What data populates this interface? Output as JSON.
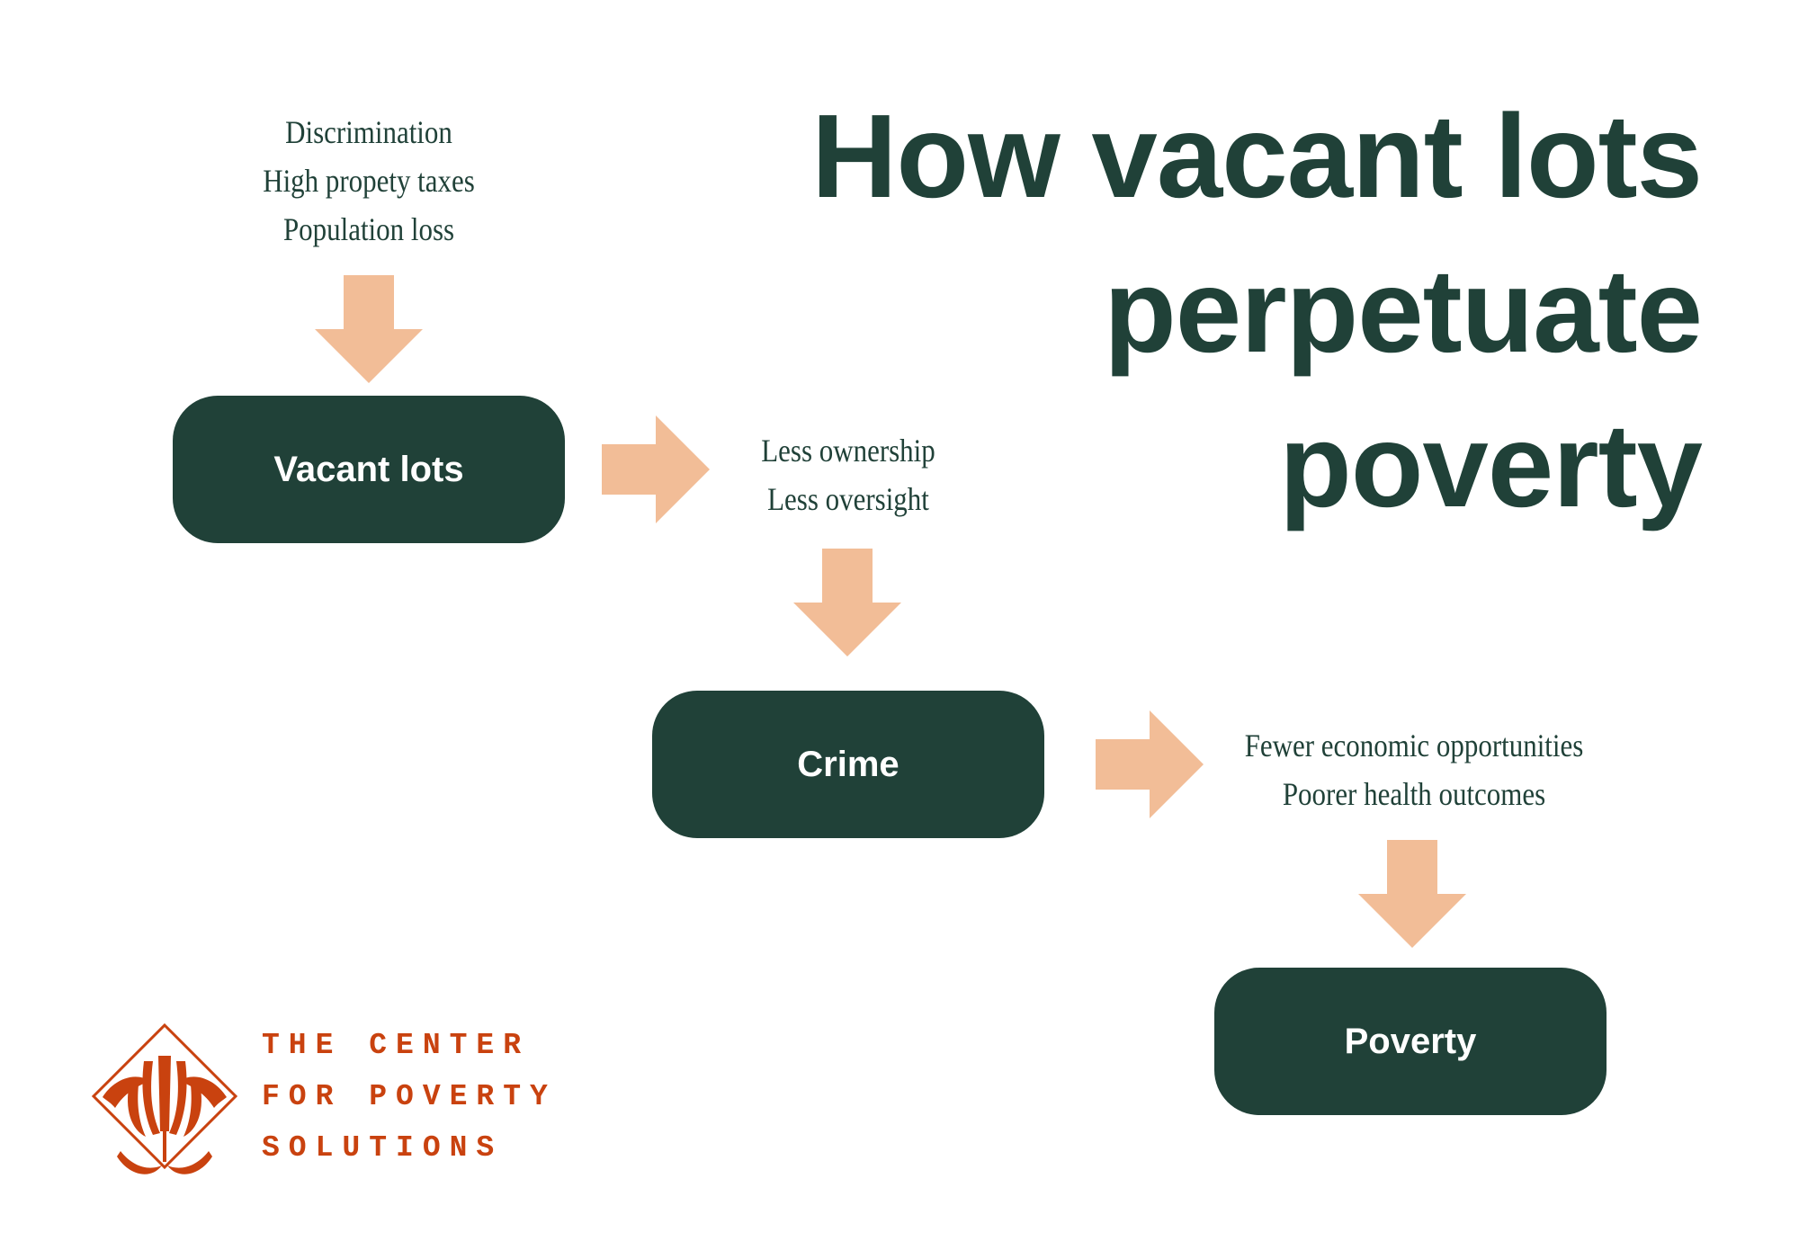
{
  "title": {
    "lines": [
      "How vacant lots",
      "perpetuate",
      "poverty"
    ]
  },
  "nodes": {
    "vacant_lots": "Vacant lots",
    "crime": "Crime",
    "poverty": "Poverty"
  },
  "factors": {
    "causes": [
      "Discrimination",
      "High propety taxes",
      "Population loss"
    ],
    "vacancy_effects": [
      "Less ownership",
      "Less oversight"
    ],
    "crime_effects": [
      "Fewer economic opportunities",
      "Poorer health outcomes"
    ]
  },
  "organization": {
    "lines": [
      "THE CENTER",
      "FOR POVERTY",
      "SOLUTIONS"
    ]
  },
  "colors": {
    "node_fill": "#204138",
    "title_text": "#204138",
    "arrow_fill": "#f2bd97",
    "logo_accent": "#c9420f",
    "node_text": "#ffffff"
  }
}
